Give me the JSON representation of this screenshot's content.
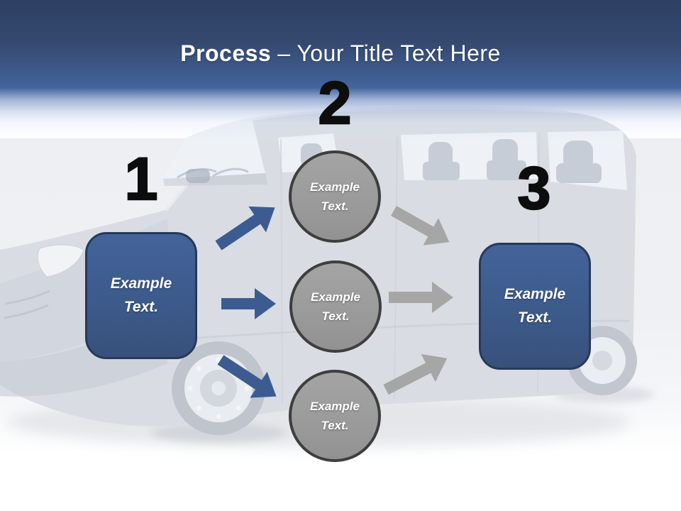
{
  "title": {
    "bold": "Process",
    "rest": "– Your Title Text Here"
  },
  "steps": {
    "step1": {
      "number": "1",
      "label": "Example Text."
    },
    "step2": {
      "number": "2",
      "labels": [
        "Example Text.",
        "Example Text.",
        "Example Text."
      ]
    },
    "step3": {
      "number": "3",
      "label": "Example Text."
    }
  },
  "background_image": "faded-minivan-side-view",
  "colors": {
    "header_top": "#2D4063",
    "header_bottom": "#44669F",
    "title_text": "#FFFFFF",
    "number_text": "#0D0D0D",
    "box_fill": "#3C5A8A",
    "box_border": "#26395B",
    "box_text": "#FFFFFF",
    "circle_fill": "#9A9A9A",
    "circle_border": "#3E3E3E",
    "circle_text": "#FFFFFF",
    "arrow_blue": "#3C5C91",
    "arrow_gray": "#A6A6A6"
  }
}
